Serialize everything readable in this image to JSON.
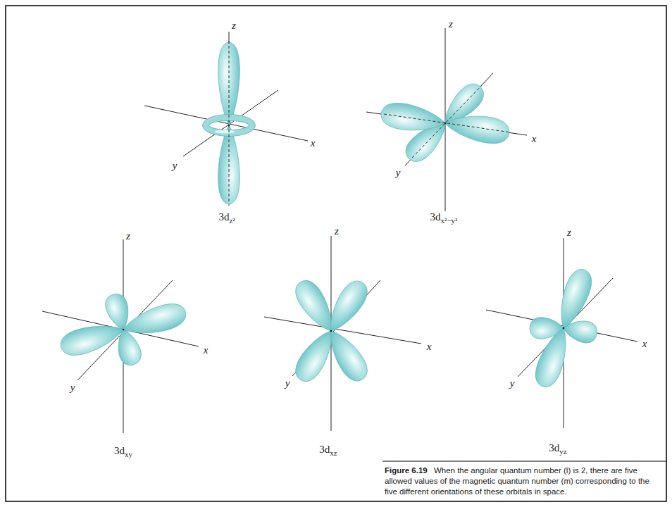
{
  "diagram": {
    "caption": "Figure 6.19 When the angular quantum number (l) is 2, there are five allowed values of the magnetic quantum number (m) corresponding to the five different orientations of these orbitals in space.",
    "labels": [
      "z",
      "x",
      "y",
      "3dz²",
      "z",
      "x",
      "y",
      "3dx²−y²",
      "z",
      "x",
      "y",
      "3dxy",
      "z",
      "x",
      "y",
      "3dxz",
      "z",
      "x",
      "y",
      "3dyz"
    ]
  }
}
